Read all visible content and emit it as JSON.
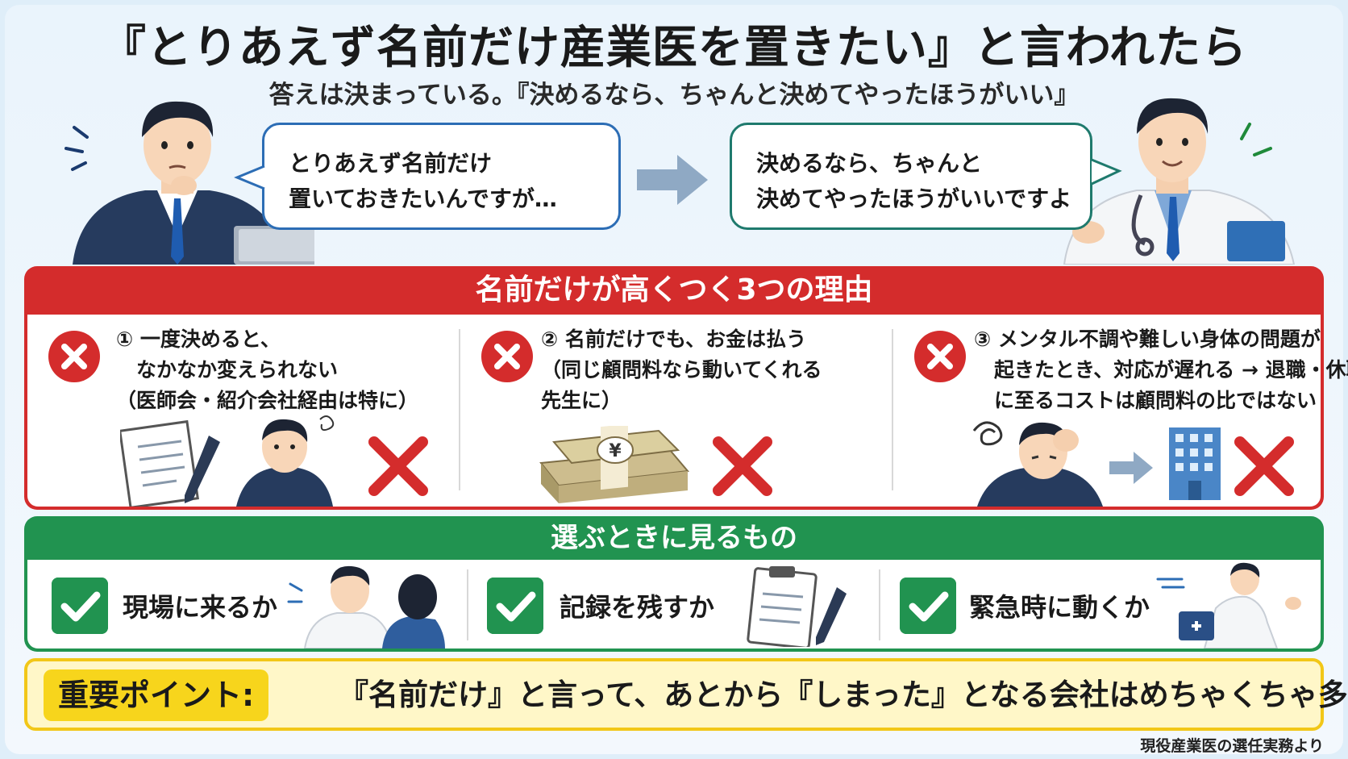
{
  "header": {
    "title": "『とりあえず名前だけ産業医を置きたい』と言われたら",
    "subtitle": "答えは決まっている。『決めるなら、ちゃんと決めてやったほうがいい』"
  },
  "dialog": {
    "left_bubble": [
      "とりあえず名前だけ",
      "置いておきたいんですが…"
    ],
    "right_bubble": [
      "決めるなら、ちゃんと",
      "決めてやったほうがいいですよ"
    ]
  },
  "reasons": {
    "heading": "名前だけが高くつく3つの理由",
    "items": [
      {
        "lines": [
          "① 一度決めると、",
          "　なかなか変えられない",
          "（医師会・紹介会社経由は特に）"
        ]
      },
      {
        "lines": [
          "② 名前だけでも、お金は払う",
          "（同じ顧問料なら動いてくれる",
          "先生に）"
        ]
      },
      {
        "lines": [
          "③ メンタル不調や難しい身体の問題が",
          "　起きたとき、対応が遅れる → 退職・休職",
          "　に至るコストは顧問料の比ではない"
        ]
      }
    ],
    "money_symbol": "¥"
  },
  "criteria": {
    "heading": "選ぶときに見るもの",
    "items": [
      {
        "label": "現場に来るか"
      },
      {
        "label": "記録を残すか"
      },
      {
        "label": "緊急時に動くか"
      }
    ]
  },
  "key_point": {
    "label": "重要ポイント:",
    "message": "『名前だけ』と言って、あとから『しまった』となる会社はめちゃくちゃ多い"
  },
  "footer": {
    "source": "現役産業医の選任実務より"
  },
  "colors": {
    "red": "#d42c2c",
    "green": "#219350",
    "blue": "#2c6db5",
    "teal": "#1f7a6d",
    "yellow": "#f7d51c"
  }
}
